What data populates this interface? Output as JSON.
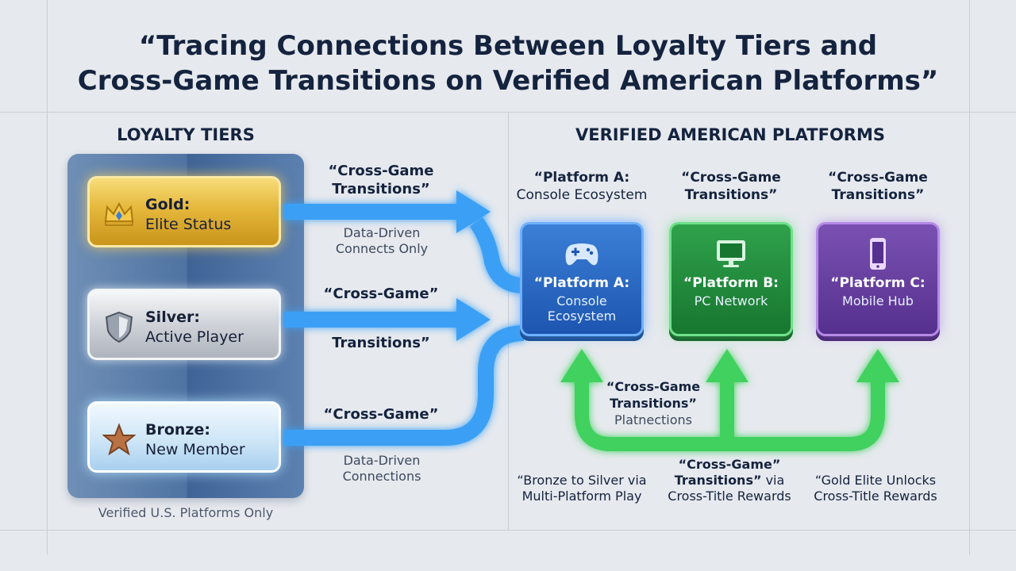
{
  "title": {
    "line1": "“Tracing Connections Between Loyalty Tiers and",
    "line2": "Cross-Game Transitions on Verified American Platforms”"
  },
  "left": {
    "heading": "LOYALTY TIERS",
    "footer": "Verified U.S. Platforms Only",
    "tiers": [
      {
        "name": "Gold:",
        "desc": "Elite Status",
        "icon": "crown-icon"
      },
      {
        "name": "Silver:",
        "desc": "Active Player",
        "icon": "shield-icon"
      },
      {
        "name": "Bronze:",
        "desc": "New Member",
        "icon": "star-icon"
      }
    ]
  },
  "arrows": {
    "top_label_1": "“Cross-Game",
    "top_label_2": "Transitions”",
    "top_sub_1": "Data-Driven",
    "top_sub_2": "Connects Only",
    "mid_label_1": "“Cross-Game”",
    "mid_label_2": "Transitions”",
    "bottom_label": "“Cross-Game”",
    "bottom_sub_1": "Data-Driven",
    "bottom_sub_2": "Connections"
  },
  "right": {
    "heading": "VERIFIED AMERICAN PLATFORMS",
    "col_labels": [
      {
        "line1": "“Platform A:",
        "line2": "Console Ecosystem"
      },
      {
        "line1": "“Cross-Game",
        "line2": "Transitions”"
      },
      {
        "line1": "“Cross-Game",
        "line2": "Transitions”"
      }
    ],
    "platforms": [
      {
        "name": "“Platform A:",
        "desc": "Console Ecosystem",
        "icon": "gamepad-icon",
        "color": "#1d56b0"
      },
      {
        "name": "“Platform B:",
        "desc": "PC Network",
        "icon": "monitor-icon",
        "color": "#17762f"
      },
      {
        "name": "“Platform C:",
        "desc": "Mobile Hub",
        "icon": "phone-icon",
        "color": "#56308e"
      }
    ],
    "center_label_1": "“Cross-Game",
    "center_label_2": "Transitions”",
    "center_sub": "Platnections",
    "bottom_notes": [
      {
        "line1": "“Bronze to Silver via",
        "line2": "Multi-Platform Play"
      },
      {
        "line1": "“Cross-Game”",
        "line2a": "Transitions”",
        "line2b": " via",
        "line3": "Cross-Title Rewards"
      },
      {
        "line1": "“Gold Elite Unlocks",
        "line2": "Cross-Title Rewards"
      }
    ]
  }
}
